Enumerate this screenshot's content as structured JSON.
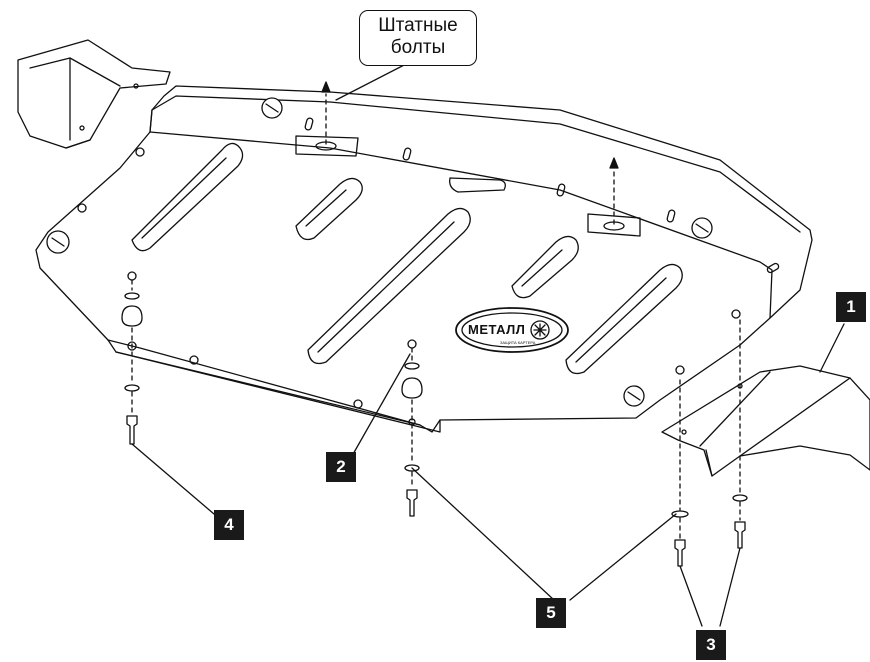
{
  "callout": {
    "line1": "Штатные",
    "line2": "болты"
  },
  "logo": {
    "text": "МЕТАЛЛ",
    "subtext": "ЗАЩИТА КАРТЕРА"
  },
  "part_labels": [
    {
      "id": "1",
      "text": "1"
    },
    {
      "id": "2",
      "text": "2"
    },
    {
      "id": "3",
      "text": "3"
    },
    {
      "id": "4",
      "text": "4"
    },
    {
      "id": "5",
      "text": "5"
    }
  ],
  "colors": {
    "line": "#111111",
    "fill": "#ffffff",
    "label_bg": "#1a1a1a",
    "label_text": "#ffffff"
  }
}
